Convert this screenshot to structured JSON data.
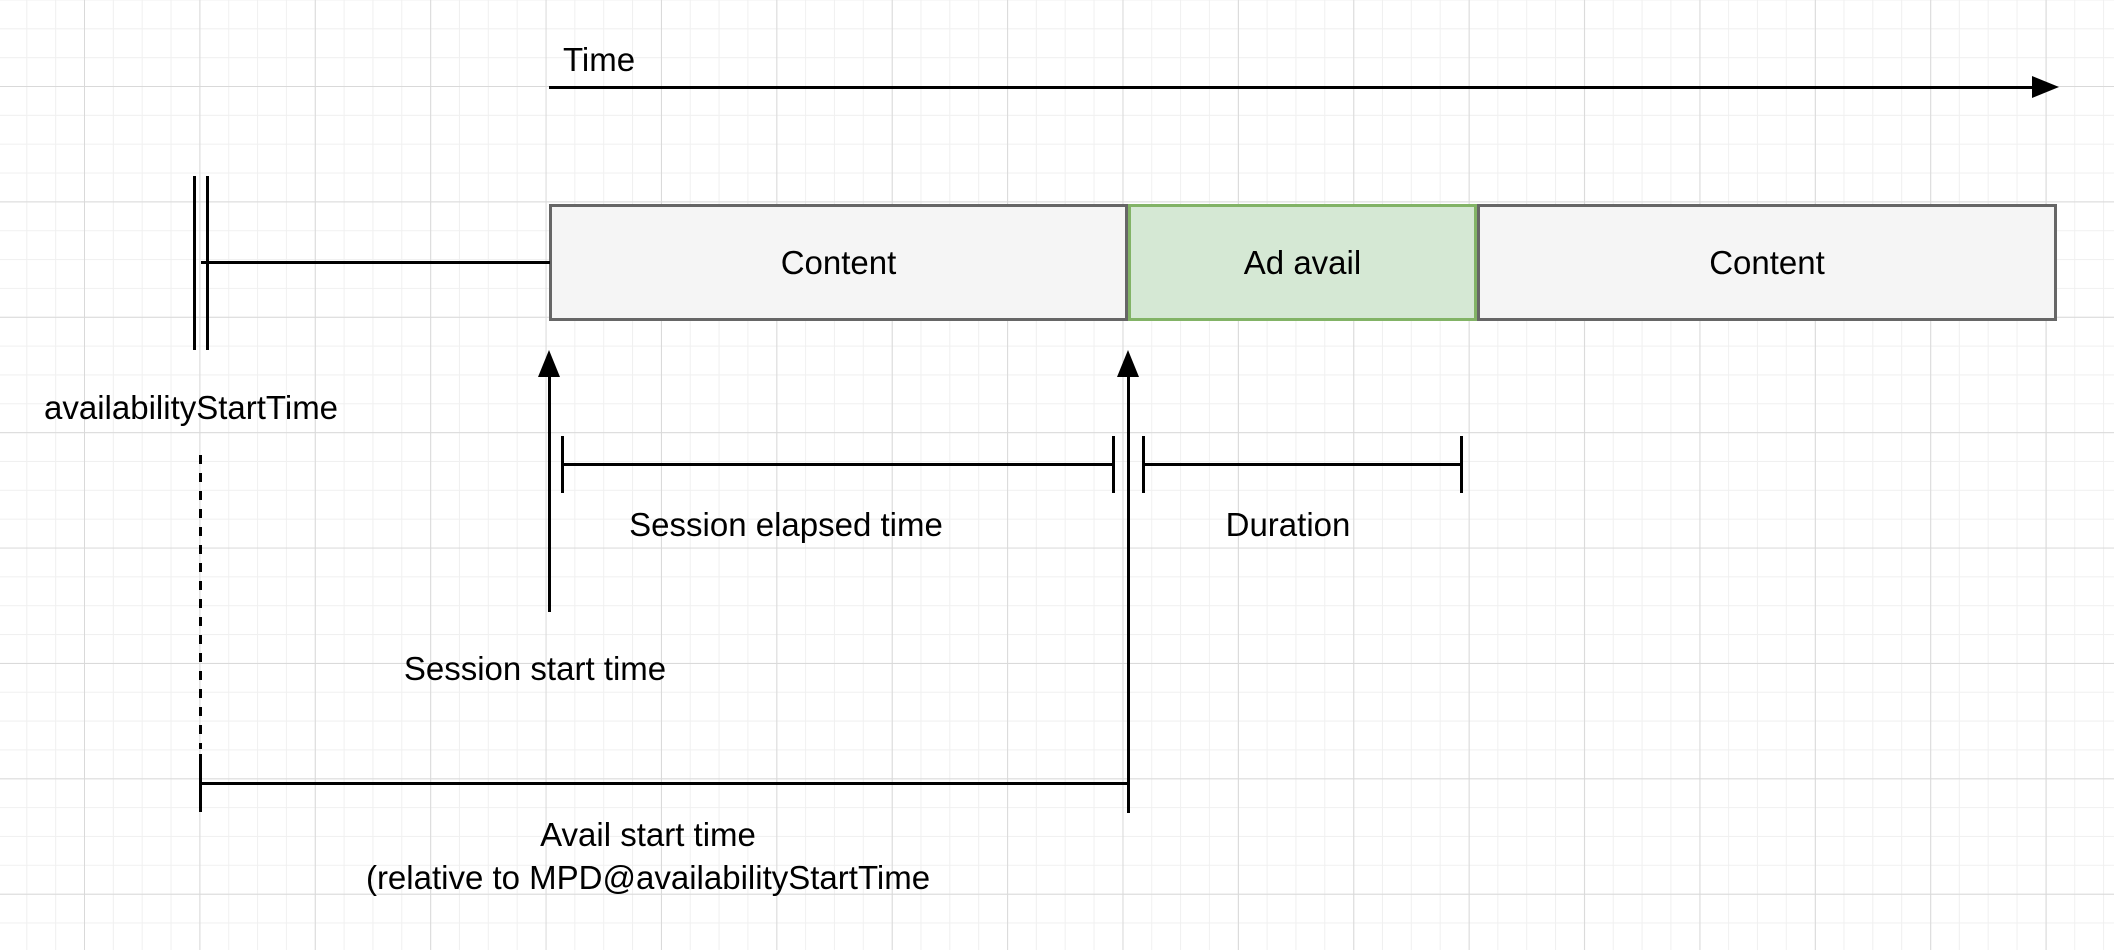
{
  "diagram": {
    "timeline": {
      "label": "Time"
    },
    "segments": [
      {
        "label": "Content",
        "type": "content"
      },
      {
        "label": "Ad avail",
        "type": "ad-avail"
      },
      {
        "label": "Content",
        "type": "content"
      }
    ],
    "annotations": {
      "availability_start_time": "availabilityStartTime",
      "session_elapsed_time": "Session elapsed time",
      "duration": "Duration",
      "session_start_time": "Session start time",
      "avail_start_time_line1": "Avail start time",
      "avail_start_time_line2": "(relative to MPD@availabilityStartTime"
    },
    "colors": {
      "line": "#000000",
      "content_fill": "#f5f5f5",
      "content_border": "#666666",
      "ad_avail_fill": "#d5e8d4",
      "ad_avail_border": "#82b366",
      "grid_minor": "#f0f0f0",
      "grid_major": "#d9d9d9"
    }
  }
}
